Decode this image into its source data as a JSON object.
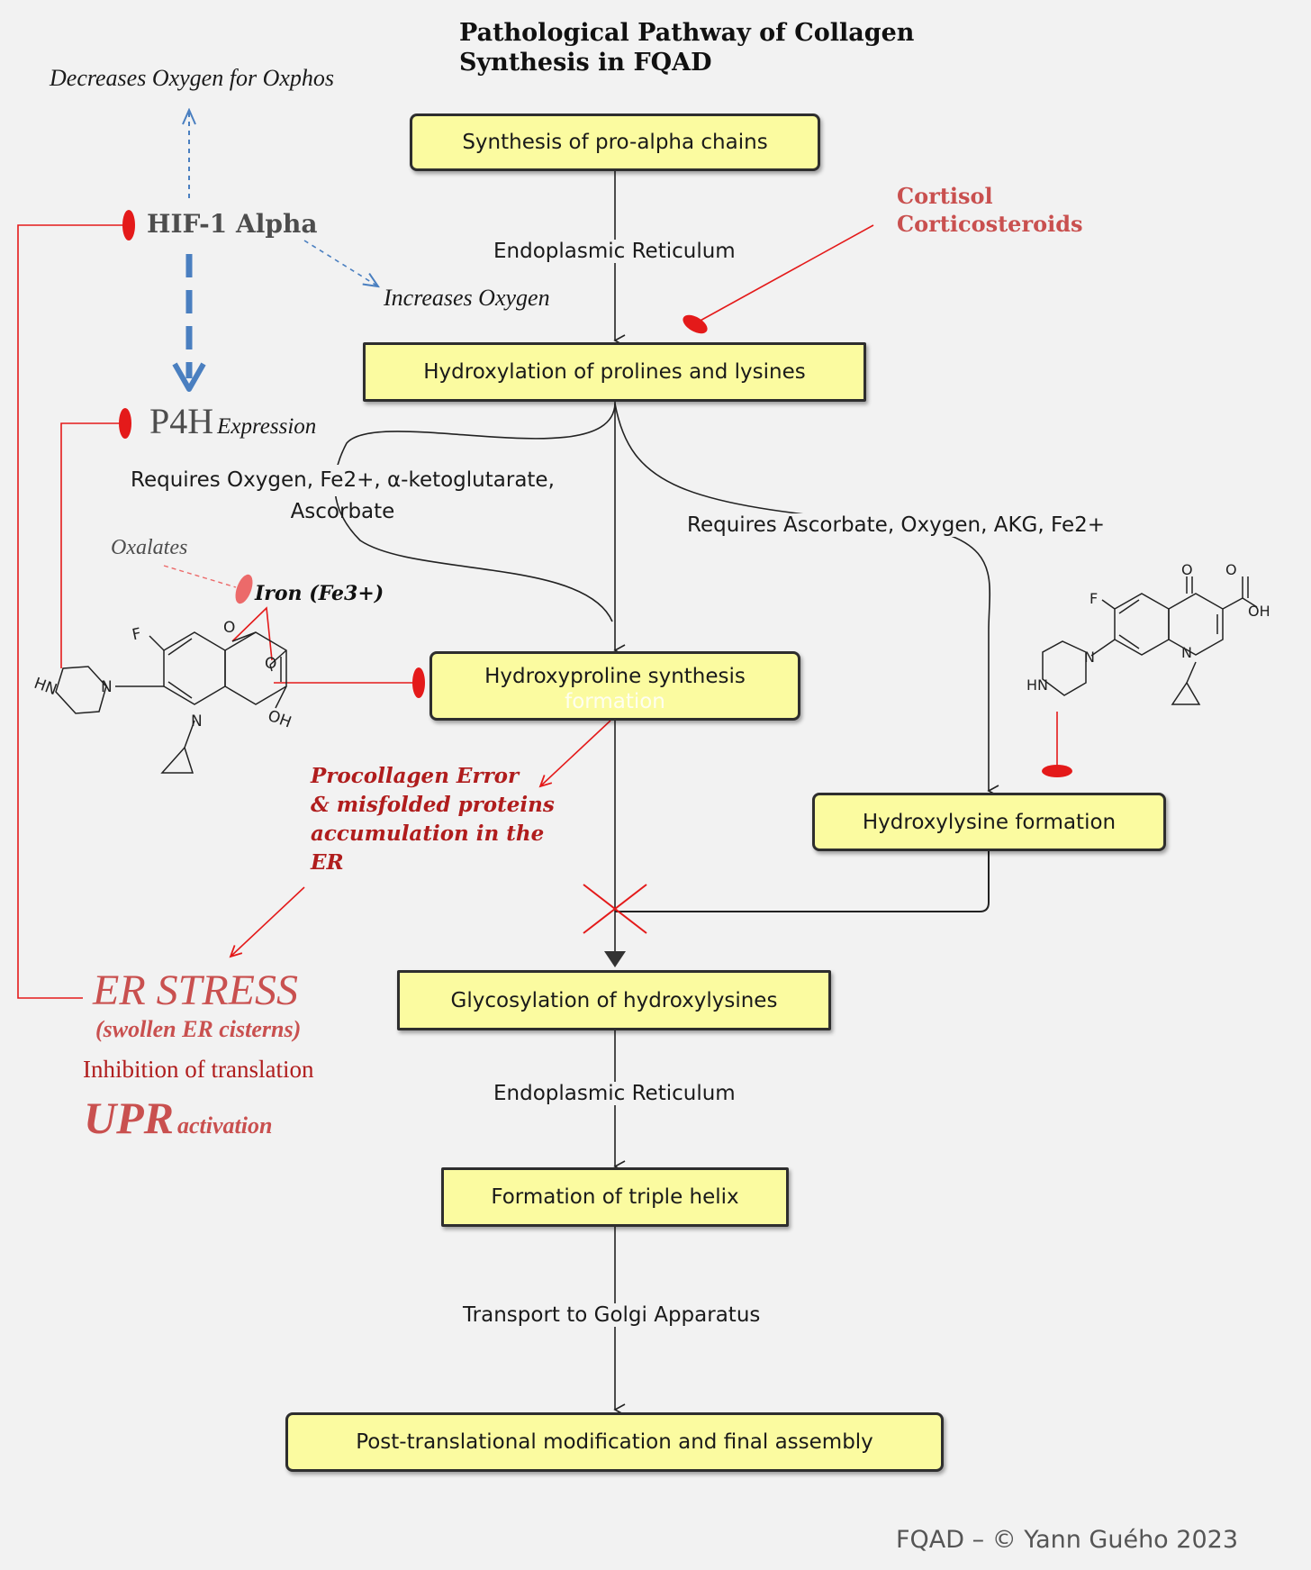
{
  "title": {
    "line1": "Pathological Pathway of Collagen",
    "line2": "Synthesis in FQAD"
  },
  "boxes": {
    "pro_alpha": "Synthesis of pro-alpha chains",
    "hydroxylation": "Hydroxylation of prolines and lysines",
    "hydroxyproline": "Hydroxyproline synthesis",
    "hydroxyproline_faded": "formation",
    "hydroxylysine": "Hydroxylysine formation",
    "glycosylation": "Glycosylation of hydroxylysines",
    "triple_helix": "Formation of triple helix",
    "final_assembly": "Post-translational modification and final assembly"
  },
  "labels": {
    "er1": "Endoplasmic Reticulum",
    "er2": "Endoplasmic Reticulum",
    "golgi": "Transport to Golgi Apparatus",
    "requires_left_1": "Requires Oxygen, Fe2+, α-ketoglutarate,",
    "requires_left_2": "Ascorbate",
    "requires_right": "Requires Ascorbate, Oxygen, AKG, Fe2+",
    "cortisol": "Cortisol",
    "corticosteroids": "Corticosteroids",
    "decreases_oxygen": "Decreases Oxygen for Oxphos",
    "hif": "HIF-1 Alpha",
    "increases_oxygen": "Increases Oxygen",
    "p4h": "P4H",
    "expression": "Expression",
    "oxalates": "Oxalates",
    "iron": "Iron (Fe3+)",
    "procollagen_1": "Procollagen Error",
    "procollagen_2": "& misfolded proteins",
    "procollagen_3": "accumulation in the",
    "procollagen_4": "ER",
    "er_stress": "ER STRESS",
    "swollen": "(swollen ER cisterns)",
    "inhibition": "Inhibition of translation",
    "upr": "UPR",
    "activation": "activation",
    "copyright": "FQAD – © Yann Guého 2023"
  },
  "molecule_atoms": {
    "F": "F",
    "O": "O",
    "OH": "OH",
    "N": "N",
    "HN": "HN"
  },
  "colors": {
    "box_fill": "#fbfba0",
    "inhibition_red": "#e41a1a",
    "stress_red": "#c9504f",
    "dark_red": "#b01d1d",
    "hif_blue": "#4a7fc0",
    "text_gray": "#4d4d4d"
  }
}
